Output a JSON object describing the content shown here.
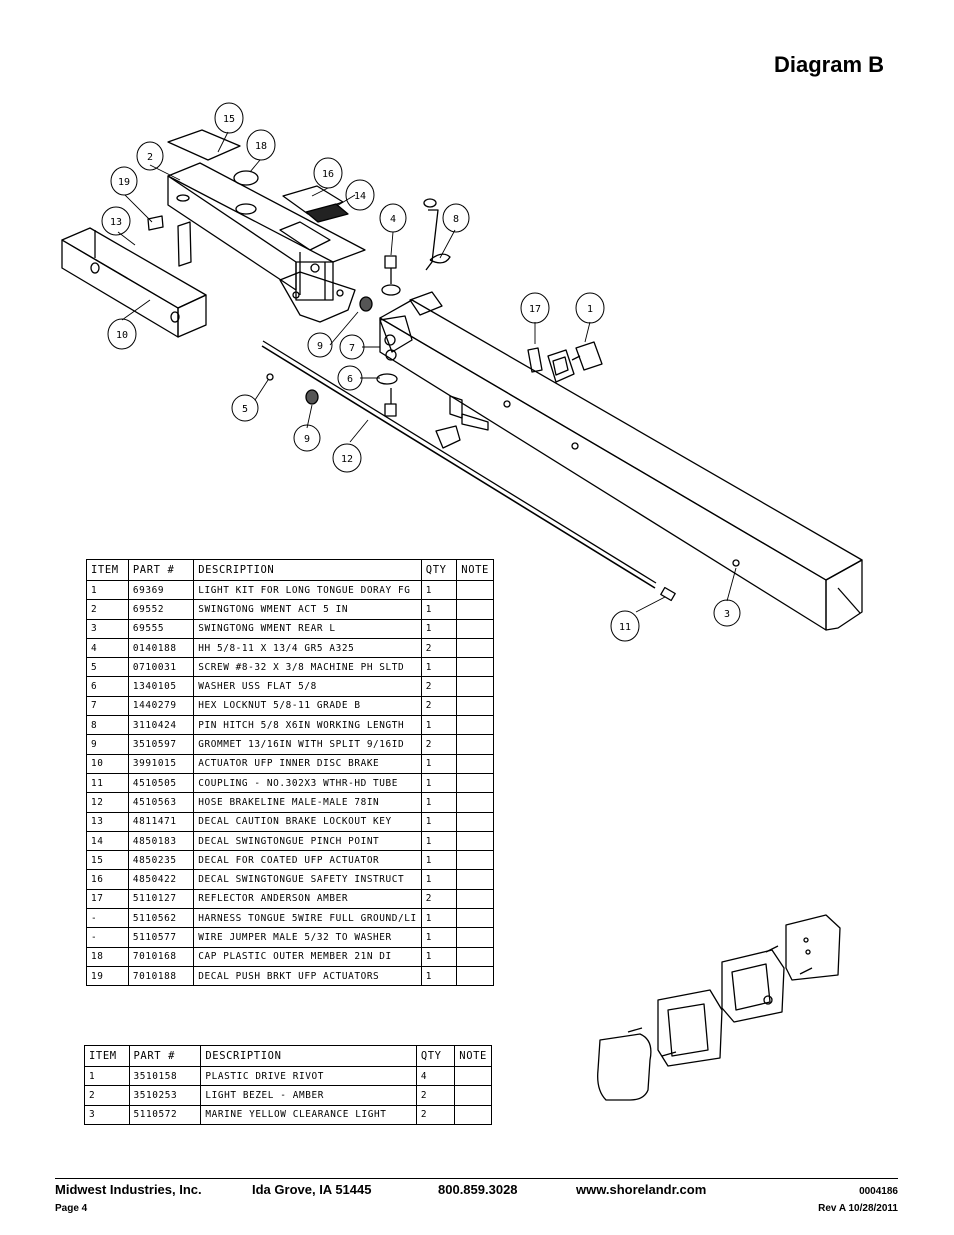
{
  "title": "Diagram B",
  "callouts": [
    "15",
    "18",
    "2",
    "16",
    "19",
    "14",
    "4",
    "8",
    "13",
    "17",
    "1",
    "10",
    "9",
    "7",
    "6",
    "5",
    "9",
    "12",
    "11",
    "3"
  ],
  "table1": {
    "headers": [
      "ITEM",
      "PART #",
      "DESCRIPTION",
      "QTY",
      "NOTE"
    ],
    "rows": [
      [
        "1",
        "69369",
        "LIGHT KIT FOR LONG TONGUE DORAY FG",
        "1",
        ""
      ],
      [
        "2",
        "69552",
        "SWINGTONG WMENT ACT 5 IN",
        "1",
        ""
      ],
      [
        "3",
        "69555",
        "SWINGTONG WMENT REAR L",
        "1",
        ""
      ],
      [
        "4",
        "0140188",
        "HH 5/8-11 X 13/4  GR5 A325",
        "2",
        ""
      ],
      [
        "5",
        "0710031",
        "SCREW #8-32 X 3/8 MACHINE PH SLTD",
        "1",
        ""
      ],
      [
        "6",
        "1340105",
        "WASHER USS FLAT 5/8",
        "2",
        ""
      ],
      [
        "7",
        "1440279",
        "HEX LOCKNUT 5/8-11 GRADE B",
        "2",
        ""
      ],
      [
        "8",
        "3110424",
        "PIN HITCH 5/8 X6IN WORKING LENGTH",
        "1",
        ""
      ],
      [
        "9",
        "3510597",
        "GROMMET 13/16IN  WITH SPLIT 9/16ID",
        "2",
        ""
      ],
      [
        "10",
        "3991015",
        "ACTUATOR UFP INNER  DISC BRAKE",
        "1",
        ""
      ],
      [
        "11",
        "4510505",
        "COUPLING - NO.302X3 WTHR-HD TUBE",
        "1",
        ""
      ],
      [
        "12",
        "4510563",
        "HOSE BRAKELINE MALE-MALE 78IN",
        "1",
        ""
      ],
      [
        "13",
        "4811471",
        "DECAL CAUTION BRAKE LOCKOUT KEY",
        "1",
        ""
      ],
      [
        "14",
        "4850183",
        "DECAL SWINGTONGUE PINCH POINT",
        "1",
        ""
      ],
      [
        "15",
        "4850235",
        "DECAL FOR COATED UFP ACTUATOR",
        "1",
        ""
      ],
      [
        "16",
        "4850422",
        "DECAL SWINGTONGUE SAFETY INSTRUCT",
        "1",
        ""
      ],
      [
        "17",
        "5110127",
        "REFLECTOR ANDERSON AMBER",
        "2",
        ""
      ],
      [
        "-",
        "5110562",
        "HARNESS TONGUE 5WIRE FULL GROUND/LI",
        "1",
        ""
      ],
      [
        "-",
        "5110577",
        "WIRE JUMPER MALE 5/32 TO WASHER",
        "1",
        ""
      ],
      [
        "18",
        "7010168",
        "CAP  PLASTIC OUTER MEMBER 21N DI",
        "1",
        ""
      ],
      [
        "19",
        "7010188",
        "DECAL PUSH BRKT UFP ACTUATORS",
        "1",
        ""
      ]
    ]
  },
  "table2": {
    "headers": [
      "ITEM",
      "PART #",
      "DESCRIPTION",
      "QTY",
      "NOTE"
    ],
    "rows": [
      [
        "1",
        "3510158",
        "PLASTIC DRIVE RIVOT",
        "4",
        ""
      ],
      [
        "2",
        "3510253",
        "LIGHT BEZEL - AMBER",
        "2",
        ""
      ],
      [
        "3",
        "5110572",
        "MARINE YELLOW CLEARANCE LIGHT",
        "2",
        ""
      ]
    ]
  },
  "footer": {
    "company": "Midwest Industries, Inc.",
    "city": "Ida Grove, IA  51445",
    "phone": "800.859.3028",
    "website": "www.shorelandr.com",
    "doc_number": "0004186",
    "page": "Page 4",
    "revision": "Rev A 10/28/2011"
  }
}
